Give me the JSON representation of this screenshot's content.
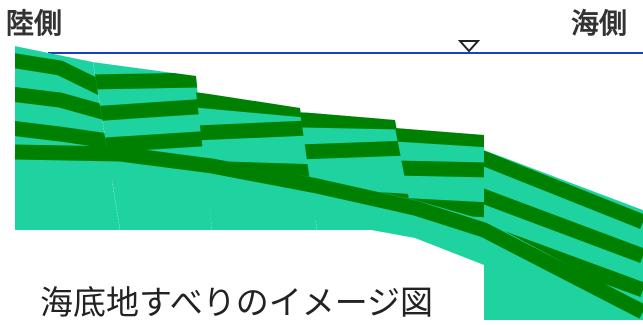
{
  "labels": {
    "land_side": "陸側",
    "sea_side": "海側",
    "caption": "海底地すべりのイメージ図"
  },
  "colors": {
    "sea_level_line": "#1a3fc4",
    "dark_layer": "#008000",
    "light_layer": "#1fd3a0",
    "text": "#333333"
  },
  "icons": {
    "water_level": "inverted-triangle"
  }
}
